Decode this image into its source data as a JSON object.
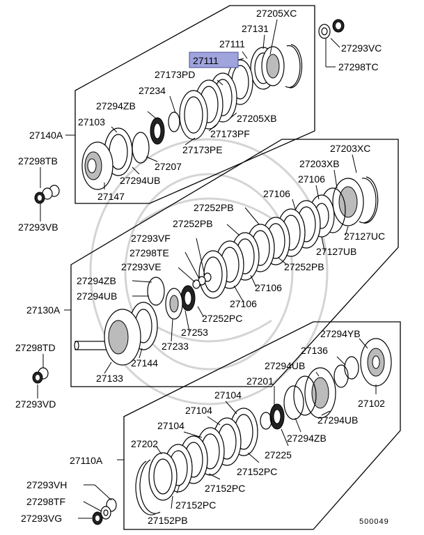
{
  "diagram": {
    "highlight_color": "#9fa4dd",
    "diagram_id": "500049",
    "part_labels": {
      "p27205XC": "27205XC",
      "p27131": "27131",
      "p27111a": "27111",
      "p27111_hl": "27111",
      "p27293VC": "27293VC",
      "p27298TC": "27298TC",
      "p27173PD": "27173PD",
      "p27234": "27234",
      "p27294ZB_a": "27294ZB",
      "p27103": "27103",
      "p27140A": "27140A",
      "p27205XB": "27205XB",
      "p27173PF": "27173PF",
      "p27173PE": "27173PE",
      "p27207": "27207",
      "p27294UB_a": "27294UB",
      "p27147": "27147",
      "p27298TB": "27298TB",
      "p27293VB": "27293VB",
      "p27203XC": "27203XC",
      "p27203XB": "27203XB",
      "p27106a": "27106",
      "p27106b": "27106",
      "p27252PB_a": "27252PB",
      "p27252PB_b": "27252PB",
      "p27127UC": "27127UC",
      "p27127UB": "27127UB",
      "p27252PB_c": "27252PB",
      "p27293VF": "27293VF",
      "p27298TE": "27298TE",
      "p27293VE": "27293VE",
      "p27106c": "27106",
      "p27106d": "27106",
      "p27294ZB_b": "27294ZB",
      "p27294UB_b": "27294UB",
      "p27130A": "27130A",
      "p27252PC_a": "27252PC",
      "p27253": "27253",
      "p27233": "27233",
      "p27144": "27144",
      "p27133": "27133",
      "p27298TD": "27298TD",
      "p27293VD": "27293VD",
      "p27294YB": "27294YB",
      "p27136": "27136",
      "p27294UB_c": "27294UB",
      "p27201": "27201",
      "p27104a": "27104",
      "p27104b": "27104",
      "p27104c": "27104",
      "p27102": "27102",
      "p27294UB_d": "27294UB",
      "p27294ZB_c": "27294ZB",
      "p27225": "27225",
      "p27202": "27202",
      "p27110A": "27110A",
      "p27152PC_a": "27152PC",
      "p27152PC_b": "27152PC",
      "p27152PC_c": "27152PC",
      "p27152PB": "27152PB",
      "p27293VH": "27293VH",
      "p27298TF": "27298TF",
      "p27293VG": "27293VG"
    }
  }
}
